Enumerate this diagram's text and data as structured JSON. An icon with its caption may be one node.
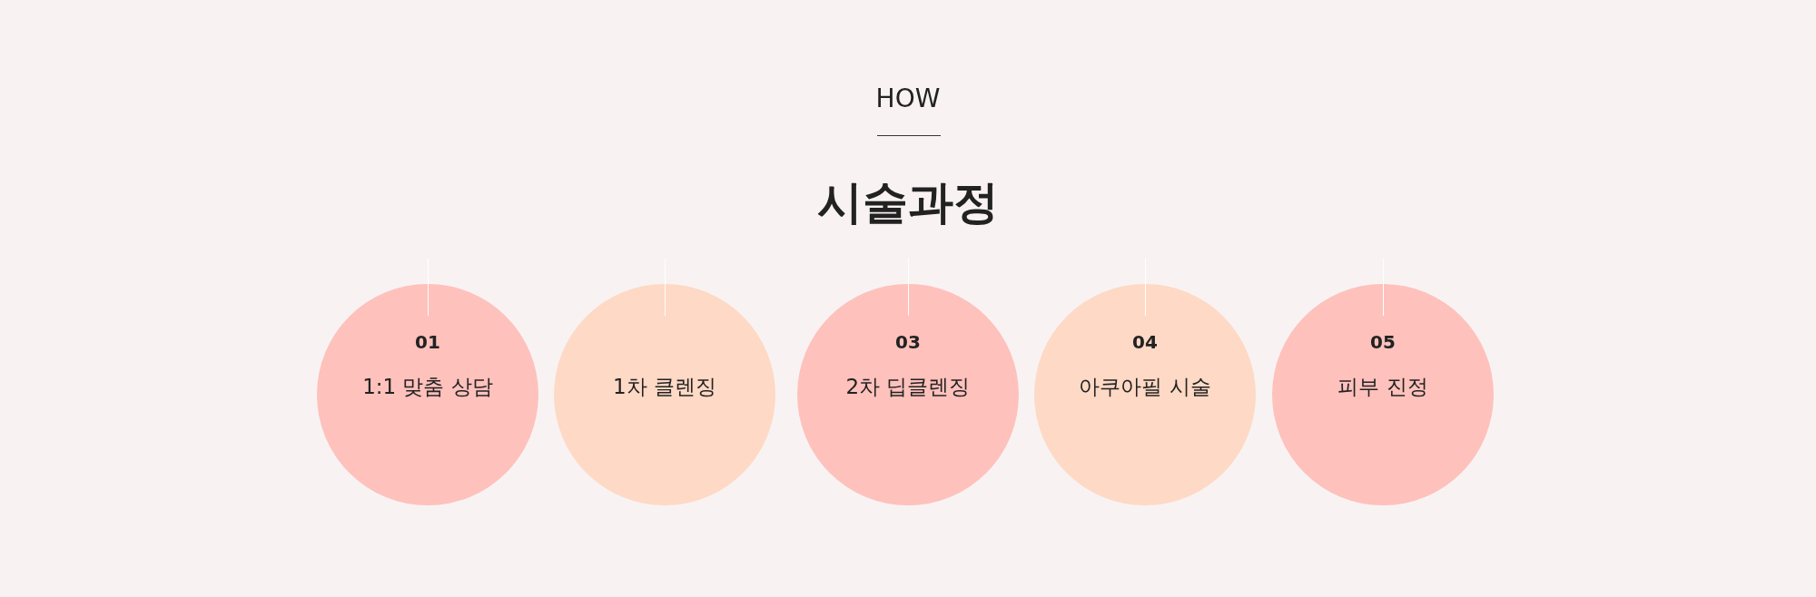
{
  "diagram": {
    "title": "시술과정",
    "nodes": [
      {
        "text": [
          "01",
          "1:1 맞춤 상담"
        ]
      },
      {
        "text": [
          "1차 클렌징"
        ]
      },
      {
        "text": [
          "03",
          "2차 딥클렌징"
        ]
      },
      {
        "text": [
          "04",
          "아쿠아필 시술"
        ]
      },
      {
        "text": [
          "05",
          "피부 진정"
        ]
      }
    ],
    "labels": [
      "HOW"
    ]
  }
}
